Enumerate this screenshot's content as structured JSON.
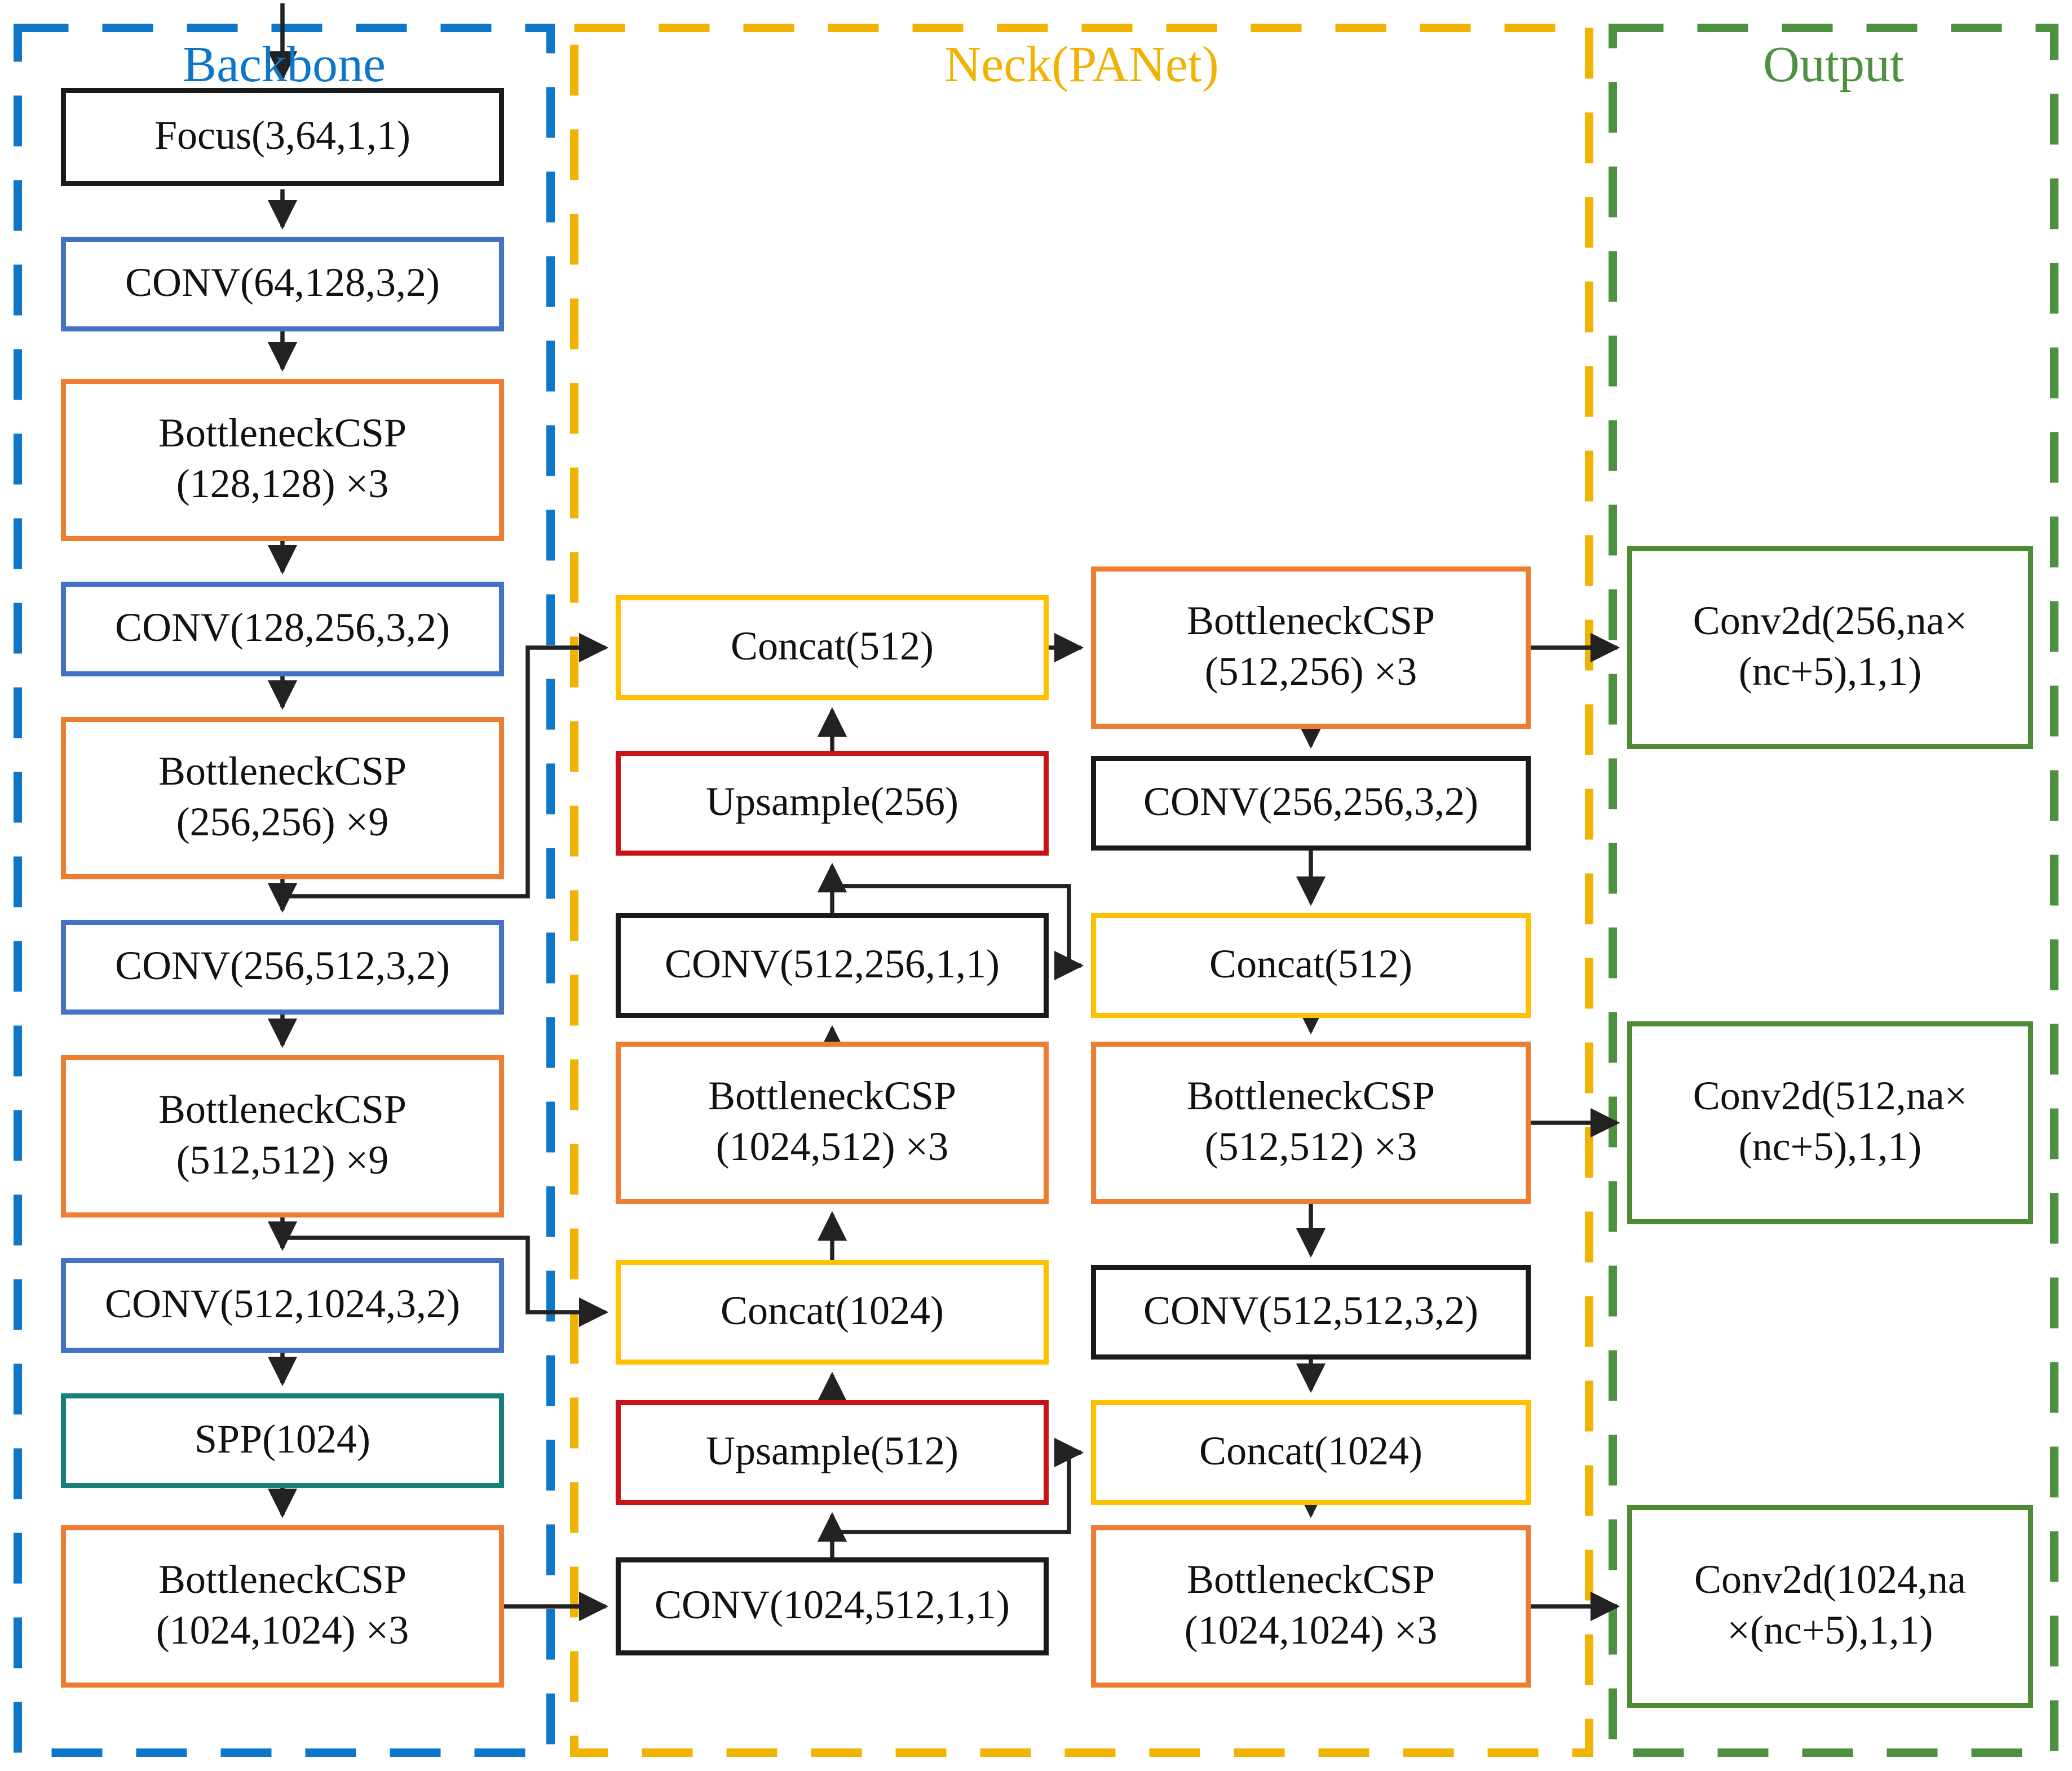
{
  "panels": {
    "backbone": {
      "title": "Backbone",
      "border_color": "#0e76c8"
    },
    "neck": {
      "title": "Neck(PANet)",
      "border_color": "#f0b301"
    },
    "output": {
      "title": "Output",
      "border_color": "#4d9140"
    }
  },
  "backbone_nodes": [
    {
      "line1": "Focus(3,64,1,1)"
    },
    {
      "line1": "CONV(64,128,3,2)"
    },
    {
      "line1": "BottleneckCSP",
      "line2": "(128,128) ×3"
    },
    {
      "line1": "CONV(128,256,3,2)"
    },
    {
      "line1": "BottleneckCSP",
      "line2": "(256,256) ×9"
    },
    {
      "line1": "CONV(256,512,3,2)"
    },
    {
      "line1": "BottleneckCSP",
      "line2": "(512,512) ×9"
    },
    {
      "line1": "CONV(512,1024,3,2)"
    },
    {
      "line1": "SPP(1024)"
    },
    {
      "line1": "BottleneckCSP",
      "line2": "(1024,1024) ×3"
    }
  ],
  "neck_left_nodes": [
    {
      "line1": "Concat(512)"
    },
    {
      "line1": "Upsample(256)"
    },
    {
      "line1": "CONV(512,256,1,1)"
    },
    {
      "line1": "BottleneckCSP",
      "line2": "(1024,512) ×3"
    },
    {
      "line1": "Concat(1024)"
    },
    {
      "line1": "Upsample(512)"
    },
    {
      "line1": "CONV(1024,512,1,1)"
    }
  ],
  "neck_right_nodes": [
    {
      "line1": "BottleneckCSP",
      "line2": "(512,256) ×3"
    },
    {
      "line1": "CONV(256,256,3,2)"
    },
    {
      "line1": "Concat(512)"
    },
    {
      "line1": "BottleneckCSP",
      "line2": "(512,512) ×3"
    },
    {
      "line1": "CONV(512,512,3,2)"
    },
    {
      "line1": "Concat(1024)"
    },
    {
      "line1": "BottleneckCSP",
      "line2": "(1024,1024) ×3"
    }
  ],
  "output_nodes": [
    {
      "line1": "Conv2d(256,na×",
      "line2": "(nc+5),1,1)"
    },
    {
      "line1": "Conv2d(512,na×",
      "line2": "(nc+5),1,1)"
    },
    {
      "line1": "Conv2d(1024,na",
      "line2": "×(nc+5),1,1)"
    }
  ],
  "colors": {
    "box_border_black": "#1a1a1a",
    "conv_blue": "#4472c4",
    "bottleneck_orange": "#ed7d31",
    "concat_yellow": "#ffc000",
    "upsample_red": "#c81414",
    "spp_teal": "#15807a",
    "output_green": "#4e8b35",
    "arrow": "#222222"
  }
}
